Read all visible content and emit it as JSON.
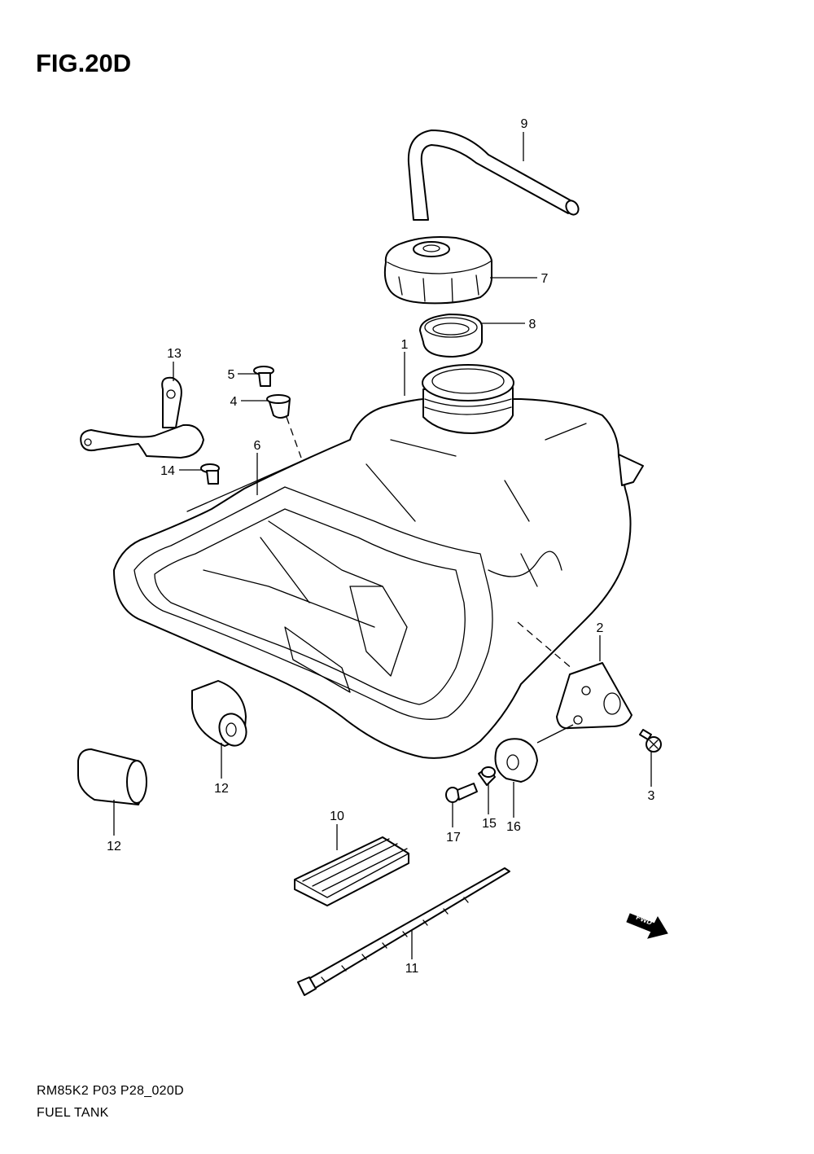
{
  "figure": {
    "title": "FIG.20D",
    "code": "RM85K2 P03 P28_020D",
    "name": "FUEL TANK"
  },
  "callouts": [
    "1",
    "2",
    "3",
    "4",
    "5",
    "6",
    "7",
    "8",
    "9",
    "10",
    "11",
    "12",
    "12",
    "13",
    "14",
    "15",
    "16",
    "17"
  ],
  "fwd_label": "FWD"
}
